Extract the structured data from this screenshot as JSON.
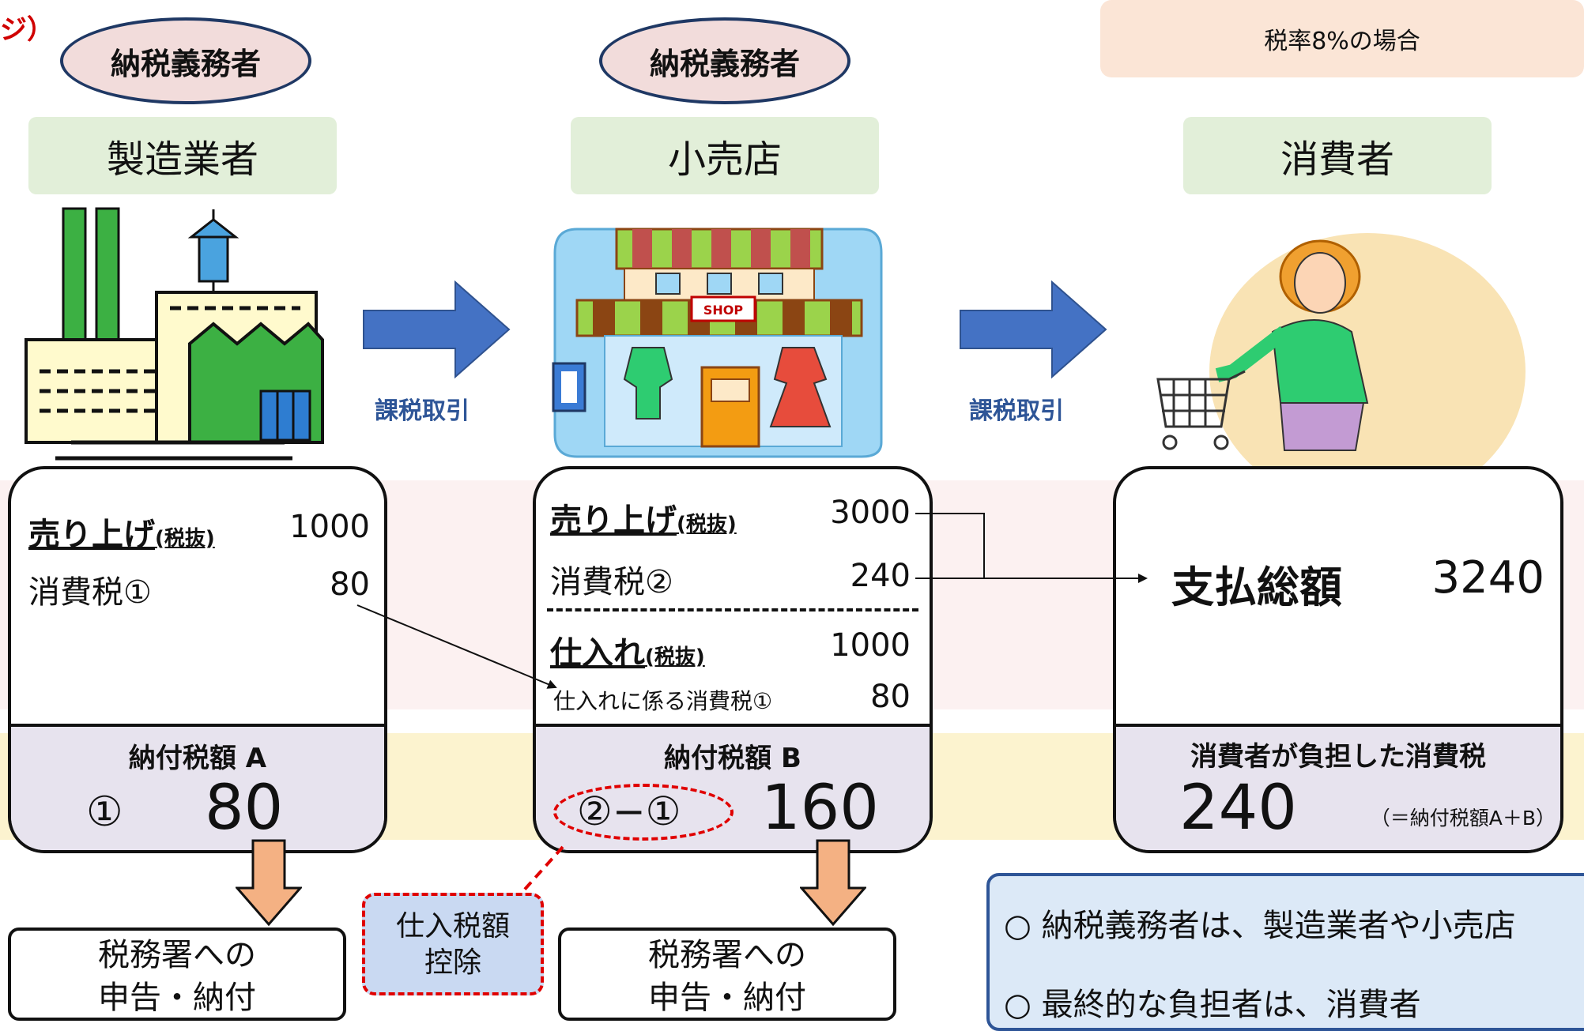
{
  "corner_fragment": "ジ）",
  "taxpayer_label": "納税義務者",
  "tax_rate_note": "税率8%の場合",
  "actors": {
    "manufacturer": "製造業者",
    "retailer": "小売店",
    "consumer": "消費者"
  },
  "transaction_label": "課税取引",
  "shop_sign": "SHOP",
  "manufacturer_panel": {
    "sales_label": "売り上げ",
    "sales_suffix": "(税抜)",
    "sales_value": "1000",
    "tax_label": "消費税①",
    "tax_value": "80",
    "payment_title": "納付税額  A",
    "payment_formula": "①",
    "payment_value": "80"
  },
  "retailer_panel": {
    "sales_label": "売り上げ",
    "sales_suffix": "(税抜)",
    "sales_value": "3000",
    "tax_label": "消費税②",
    "tax_value": "240",
    "purchase_label": "仕入れ",
    "purchase_suffix": "(税抜)",
    "purchase_value": "1000",
    "purchase_tax_label": "仕入れに係る消費税①",
    "purchase_tax_value": "80",
    "payment_title": "納付税額  B",
    "payment_formula": "②−①",
    "payment_value": "160"
  },
  "consumer_panel": {
    "total_label": "支払総額",
    "total_value": "3240",
    "burden_title": "消費者が負担した消費税",
    "burden_value": "240",
    "burden_note": "（＝納付税額A＋B）"
  },
  "filing": {
    "line1": "税務署への",
    "line2": "申告・納付"
  },
  "deduction": {
    "line1": "仕入税額",
    "line2": "控除"
  },
  "notes": [
    "○ 納税義務者は、製造業者や小売店",
    "○ 最終的な負担者は、消費者"
  ],
  "colors": {
    "arrow_blue": "#4472c4",
    "down_arrow": "#f4b183",
    "dashed_red": "#e00000",
    "title_navy": "#1f3864"
  }
}
